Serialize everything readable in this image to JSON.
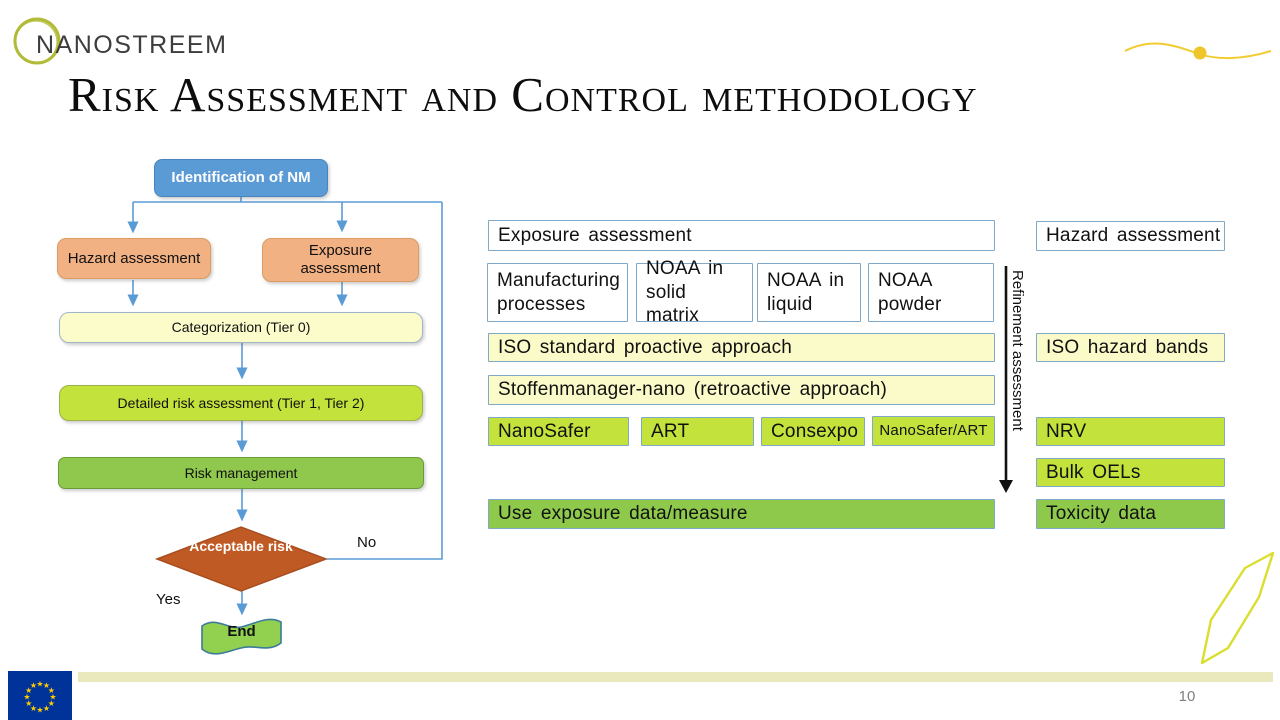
{
  "logo": {
    "text": "NANOSTREEM"
  },
  "title": "Risk Assessment and Control methodology",
  "flow": {
    "identification": "Identification of NM",
    "hazard": "Hazard assessment",
    "exposure": "Exposure assessment",
    "categorization": "Categorization (Tier 0)",
    "detailed": "Detailed risk assessment (Tier 1,  Tier 2)",
    "risk_management": "Risk management",
    "acceptable_risk": "Acceptable risk",
    "end": "End",
    "no": "No",
    "yes": "Yes"
  },
  "panel": {
    "exposure_header": "Exposure assessment",
    "hazard_header": "Hazard assessment",
    "sources": [
      "Manufacturing processes",
      "NOAA in solid matrix",
      "NOAA in liquid",
      "NOAA powder"
    ],
    "iso_proactive": "ISO standard proactive approach",
    "stoffenmanager": "Stoffenmanager-nano (retroactive approach)",
    "tools": [
      "NanoSafer",
      "ART",
      "Consexpo",
      "NanoSafer/ART"
    ],
    "use_exposure": "Use exposure data/measure",
    "iso_hazard": "ISO hazard bands",
    "nrv": "NRV",
    "bulk_oels": "Bulk OELs",
    "toxicity": "Toxicity data",
    "refinement": "Refinement assessment"
  },
  "footer": {
    "page": "10"
  },
  "colors": {
    "node_blue": "#5B9BD5",
    "node_peach": "#F2B183",
    "node_lightyellow": "#FCFCCB",
    "node_chartreuse": "#C3E23B",
    "node_green": "#8FC84C",
    "diamond_brown": "#C05A24",
    "end_green": "#92D050",
    "connector_blue": "#5B9BD5",
    "panel_border_blue": "#7FA8C9",
    "footer_bar": "#E9E9BD",
    "decor_yellow": "#F2CC2E",
    "eu_blue": "#003399",
    "star_yellow": "#FFCC00"
  }
}
